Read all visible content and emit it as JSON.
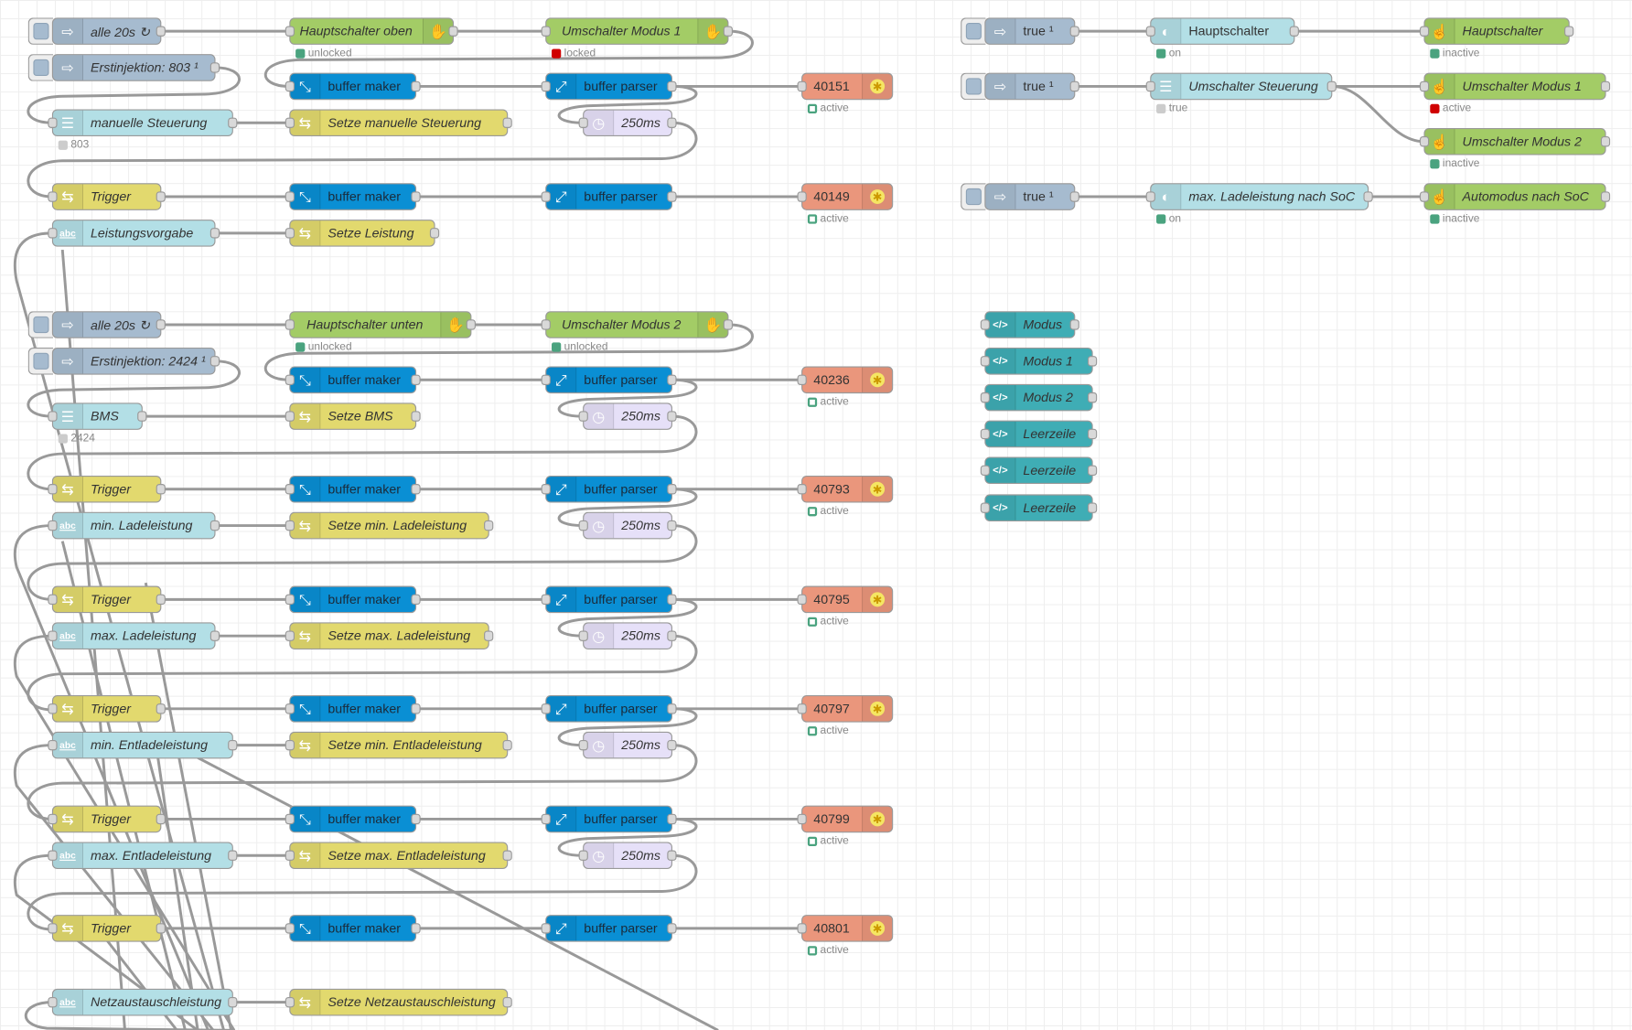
{
  "colors": {
    "inject": "#a6bbcf",
    "dashboard": "#b3dfe6",
    "control": "#a3cc66",
    "change": "#e2d96e",
    "buffer": "#0a8fd4",
    "modbus": "#ea967c",
    "delay": "#e6e0f8",
    "template": "#3fadb5",
    "status_green": "#4aa37f",
    "status_red": "#d00000",
    "status_grey": "#ccc"
  },
  "nodes": [
    {
      "label": "alle 20s ↻"
    },
    {
      "label": "Hauptschalter oben",
      "status": "unlocked",
      "status_color": "#4aa37f"
    },
    {
      "label": "Umschalter Modus 1",
      "status": "locked",
      "status_color": "#d00000"
    },
    {
      "label": "Erstinjektion: 803 ¹"
    },
    {
      "label": "buffer maker"
    },
    {
      "label": "buffer parser"
    },
    {
      "label": "40151",
      "status": "active",
      "status_color": "ring"
    },
    {
      "label": "manuelle Steuerung",
      "status": "803",
      "status_color": "#ccc"
    },
    {
      "label": "Setze manuelle Steuerung"
    },
    {
      "label": "250ms"
    },
    {
      "label": "Trigger"
    },
    {
      "label": "buffer maker"
    },
    {
      "label": "buffer parser"
    },
    {
      "label": "40149",
      "status": "active",
      "status_color": "ring"
    },
    {
      "label": "Leistungsvorgabe"
    },
    {
      "label": "Setze Leistung"
    },
    {
      "label": "alle 20s ↻"
    },
    {
      "label": "Hauptschalter unten",
      "status": "unlocked",
      "status_color": "#4aa37f"
    },
    {
      "label": "Umschalter Modus 2",
      "status": "unlocked",
      "status_color": "#4aa37f"
    },
    {
      "label": "Erstinjektion: 2424 ¹"
    },
    {
      "label": "buffer maker"
    },
    {
      "label": "buffer parser"
    },
    {
      "label": "40236",
      "status": "active",
      "status_color": "ring"
    },
    {
      "label": "BMS",
      "status": "2424",
      "status_color": "#ccc"
    },
    {
      "label": "Setze BMS"
    },
    {
      "label": "250ms"
    },
    {
      "label": "Trigger"
    },
    {
      "label": "buffer maker"
    },
    {
      "label": "buffer parser"
    },
    {
      "label": "40793",
      "status": "active",
      "status_color": "ring"
    },
    {
      "label": "min. Ladeleistung"
    },
    {
      "label": "Setze min. Ladeleistung"
    },
    {
      "label": "250ms"
    },
    {
      "label": "Trigger"
    },
    {
      "label": "buffer maker"
    },
    {
      "label": "buffer parser"
    },
    {
      "label": "40795",
      "status": "active",
      "status_color": "ring"
    },
    {
      "label": "max. Ladeleistung"
    },
    {
      "label": "Setze max. Ladeleistung"
    },
    {
      "label": "250ms"
    },
    {
      "label": "Trigger"
    },
    {
      "label": "buffer maker"
    },
    {
      "label": "buffer parser"
    },
    {
      "label": "40797",
      "status": "active",
      "status_color": "ring"
    },
    {
      "label": "min. Entladeleistung"
    },
    {
      "label": "Setze min. Entladeleistung"
    },
    {
      "label": "250ms"
    },
    {
      "label": "Trigger"
    },
    {
      "label": "buffer maker"
    },
    {
      "label": "buffer parser"
    },
    {
      "label": "40799",
      "status": "active",
      "status_color": "ring"
    },
    {
      "label": "max. Entladeleistung"
    },
    {
      "label": "Setze max. Entladeleistung"
    },
    {
      "label": "250ms"
    },
    {
      "label": "Trigger"
    },
    {
      "label": "buffer maker"
    },
    {
      "label": "buffer parser"
    },
    {
      "label": "40801",
      "status": "active",
      "status_color": "ring"
    },
    {
      "label": "Netzaustauschleistung"
    },
    {
      "label": "Setze Netzaustauschleistung"
    },
    {
      "label": "true ¹"
    },
    {
      "label": "Hauptschalter",
      "status": "on",
      "status_color": "#4aa37f"
    },
    {
      "label": "Hauptschalter",
      "status": "inactive",
      "status_color": "#4aa37f"
    },
    {
      "label": "true ¹"
    },
    {
      "label": "Umschalter Steuerung",
      "status": "true",
      "status_color": "#ccc"
    },
    {
      "label": "Umschalter Modus 1",
      "status": "active",
      "status_color": "#d00000"
    },
    {
      "label": "Umschalter Modus 2",
      "status": "inactive",
      "status_color": "#4aa37f"
    },
    {
      "label": "true ¹"
    },
    {
      "label": "max. Ladeleistung nach SoC",
      "status": "on",
      "status_color": "#4aa37f"
    },
    {
      "label": "Automodus nach SoC",
      "status": "inactive",
      "status_color": "#4aa37f"
    },
    {
      "label": "Modus"
    },
    {
      "label": "Modus 1"
    },
    {
      "label": "Modus 2"
    },
    {
      "label": "Leerzeile"
    },
    {
      "label": "Leerzeile"
    },
    {
      "label": "Leerzeile"
    }
  ]
}
